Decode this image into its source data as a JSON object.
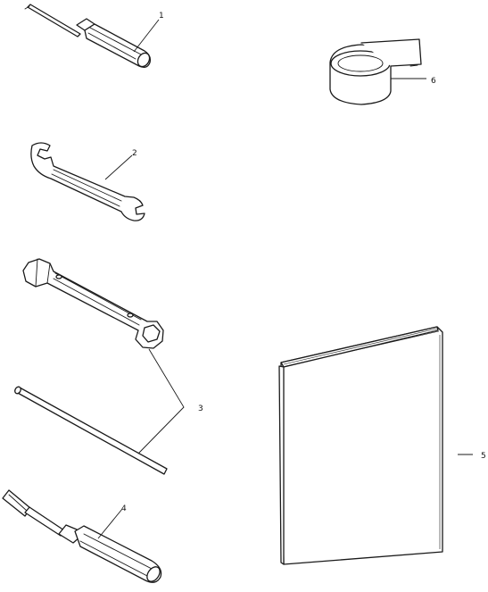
{
  "diagram": {
    "callouts": [
      {
        "id": "1",
        "part": "screwdriver"
      },
      {
        "id": "2",
        "part": "open-end-wrench"
      },
      {
        "id": "3",
        "part": "tube-socket-wrench-and-bar"
      },
      {
        "id": "4",
        "part": "screwdriver-handle"
      },
      {
        "id": "5",
        "part": "manual"
      },
      {
        "id": "6",
        "part": "tape-roll"
      }
    ]
  }
}
